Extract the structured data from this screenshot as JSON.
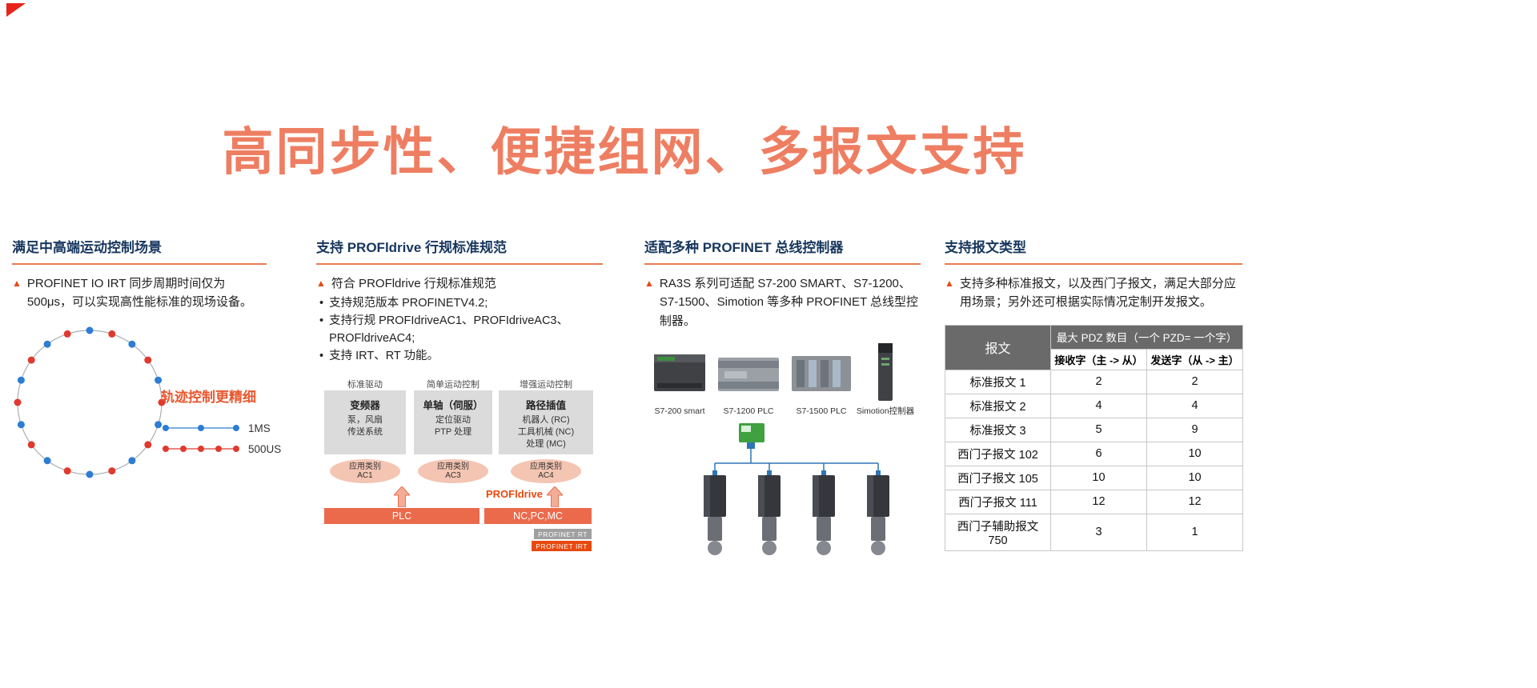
{
  "title": "高同步性、便捷组网、多报文支持",
  "ui": {
    "triangle_marker": "▲",
    "dot_marker": "•"
  },
  "col_motion": {
    "heading": "满足中高端运动控制场景",
    "bullet": "PROFINET IO IRT 同步周期时间仅为 500μs，可以实现高性能标准的现场设备。",
    "caption": "轨迹控制更精细",
    "legend_1ms": "1MS",
    "legend_500us": "500US"
  },
  "col_profidrive": {
    "heading": "支持 PROFldrive 行规标准规范",
    "bullet": "符合 PROFldrive 行规标准规范",
    "items": [
      "支持规范版本 PROFINETV4.2;",
      "支持行规 PROFIdriveAC1、PROFIdriveAC3、PROFldriveAC4;",
      "支持 IRT、RT 功能。"
    ],
    "diagram": {
      "groups": [
        {
          "category": "标准驱动",
          "title": "变频器",
          "lines": "泵，风扇\n传送系统",
          "app_class": "应用类别",
          "ac": "AC1"
        },
        {
          "category": "简单运动控制",
          "title": "单轴（伺服）",
          "lines": "定位驱动\nPTP 处理",
          "app_class": "应用类别",
          "ac": "AC3"
        },
        {
          "category": "增强运动控制",
          "title": "路径插值",
          "lines": "机器人 (RC)\n工具机械 (NC)\n处理 (MC)",
          "app_class": "应用类别",
          "ac": "AC4"
        }
      ],
      "profidrive_label": "PROFldrive",
      "bar_left": "PLC",
      "bar_right": "NC,PC,MC",
      "tag_gray": "PROFINET RT",
      "tag_orange": "PROFINET IRT"
    }
  },
  "col_plc": {
    "heading": "适配多种 PROFINET 总线控制器",
    "bullet": "RA3S 系列可适配 S7-200 SMART、S7-1200、S7-1500、Simotion 等多种 PROFINET 总线型控制器。",
    "devices": [
      "S7-200 smart",
      "S7-1200 PLC",
      "S7-1500 PLC",
      "Simotion控制器"
    ]
  },
  "col_telegram": {
    "heading": "支持报文类型",
    "bullet": "支持多种标准报文，以及西门子报文，满足大部分应用场景；另外还可根据实际情况定制开发报文。",
    "table": {
      "header_col": "报文",
      "header_span": "最大 PDZ 数目（一个 PZD= 一个字）",
      "subheaders": [
        "接收字（主 -> 从）",
        "发送字（从 -> 主）"
      ],
      "rows": [
        {
          "name": "标准报文 1",
          "rx": "2",
          "tx": "2"
        },
        {
          "name": "标准报文 2",
          "rx": "4",
          "tx": "4"
        },
        {
          "name": "标准报文 3",
          "rx": "5",
          "tx": "9"
        },
        {
          "name": "西门子报文 102",
          "rx": "6",
          "tx": "10"
        },
        {
          "name": "西门子报文 105",
          "rx": "10",
          "tx": "10"
        },
        {
          "name": "西门子报文 111",
          "rx": "12",
          "tx": "12"
        },
        {
          "name": "西门子辅助报文 750",
          "rx": "3",
          "tx": "1"
        }
      ]
    }
  }
}
